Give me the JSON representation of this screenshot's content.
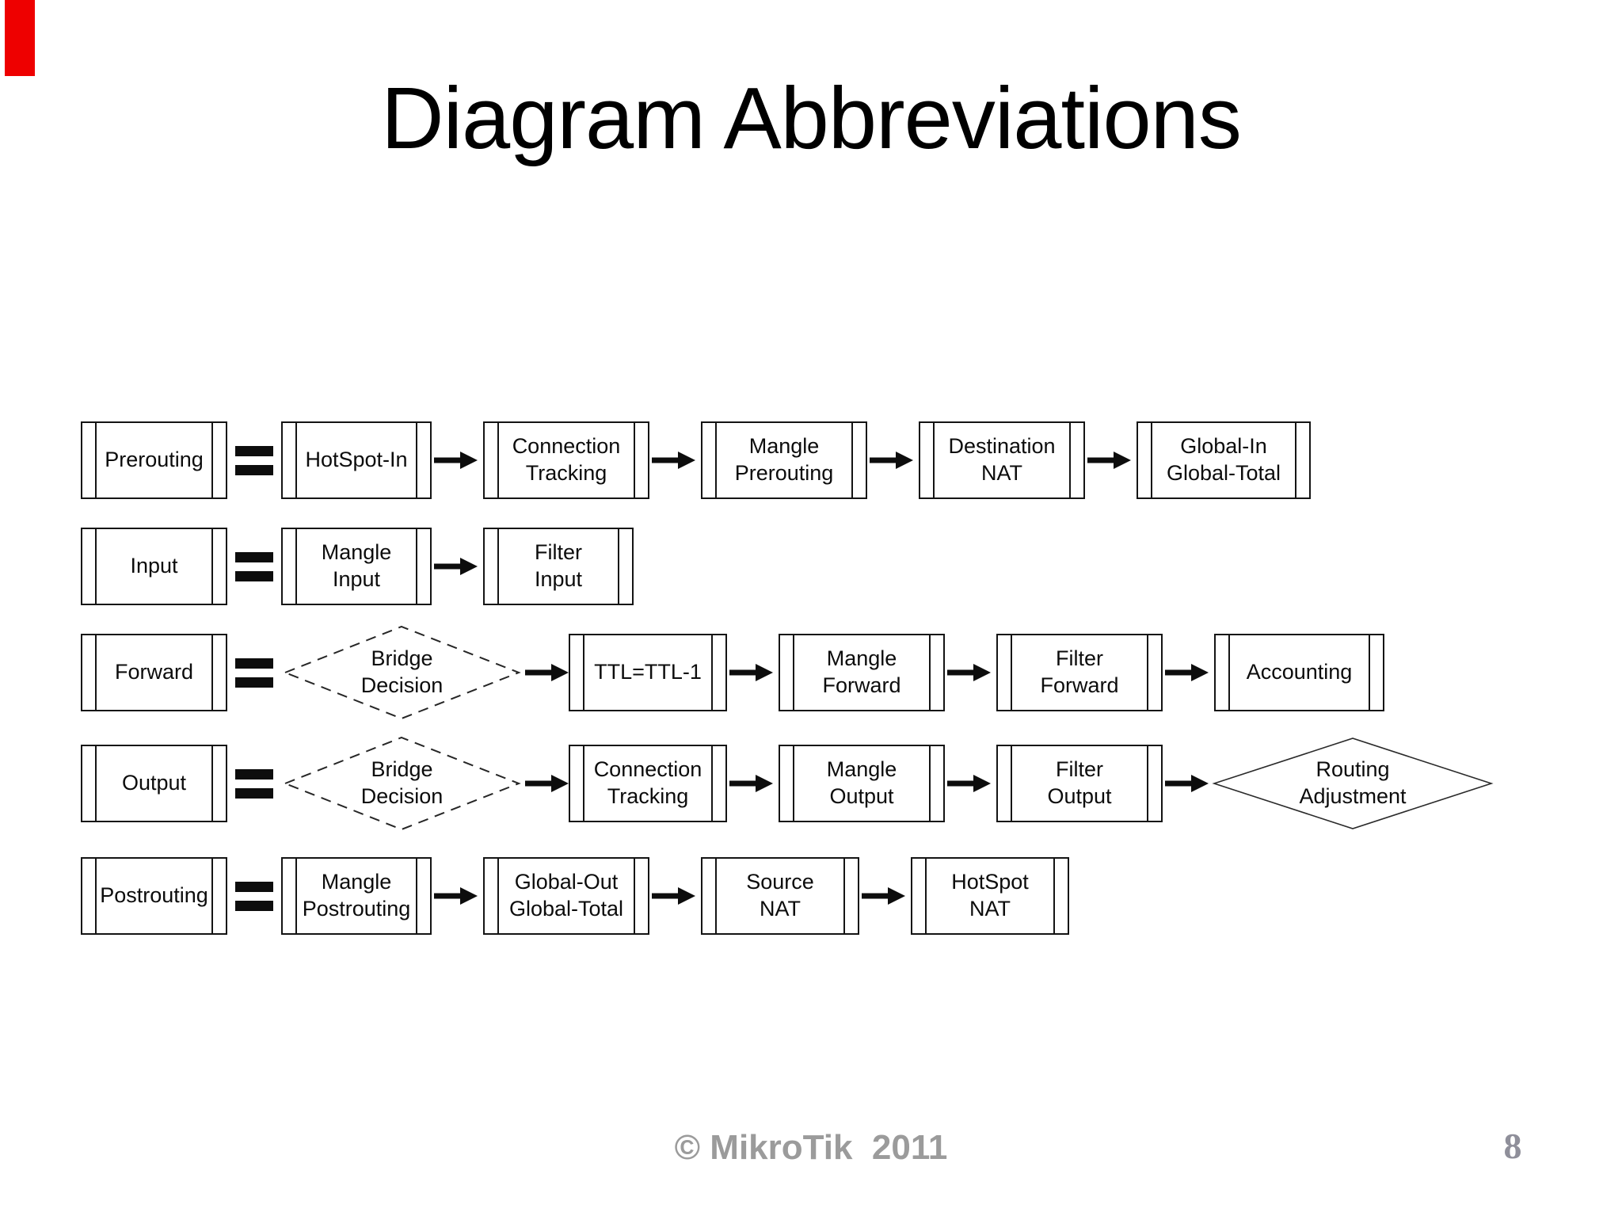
{
  "slide": {
    "title": "Diagram Abbreviations",
    "copyright": "© MikroTik  2011",
    "page_number": "8",
    "colors": {
      "accent_red": "#ee0000",
      "footer_gray": "#9b9b9b",
      "line_black": "#141414"
    }
  },
  "diagram": {
    "rows": [
      {
        "label": "Prerouting",
        "items": [
          {
            "text": "HotSpot-In"
          },
          {
            "text": "Connection\nTracking"
          },
          {
            "text": "Mangle\nPrerouting"
          },
          {
            "text": "Destination\nNAT"
          },
          {
            "text": "Global-In\nGlobal-Total"
          }
        ]
      },
      {
        "label": "Input",
        "items": [
          {
            "text": "Mangle\nInput"
          },
          {
            "text": "Filter\nInput"
          }
        ]
      },
      {
        "label": "Forward",
        "items": [
          {
            "text": "Bridge\nDecision",
            "shape": "dashed-diamond"
          },
          {
            "text": "TTL=TTL-1"
          },
          {
            "text": "Mangle\nForward"
          },
          {
            "text": "Filter\nForward"
          },
          {
            "text": "Accounting"
          }
        ]
      },
      {
        "label": "Output",
        "items": [
          {
            "text": "Bridge\nDecision",
            "shape": "dashed-diamond"
          },
          {
            "text": "Connection\nTracking"
          },
          {
            "text": "Mangle\nOutput"
          },
          {
            "text": "Filter\nOutput"
          },
          {
            "text": "Routing\nAdjustment",
            "shape": "diamond"
          }
        ]
      },
      {
        "label": "Postrouting",
        "items": [
          {
            "text": "Mangle\nPostrouting"
          },
          {
            "text": "Global-Out\nGlobal-Total"
          },
          {
            "text": "Source\nNAT"
          },
          {
            "text": "HotSpot\nNAT"
          }
        ]
      }
    ]
  }
}
